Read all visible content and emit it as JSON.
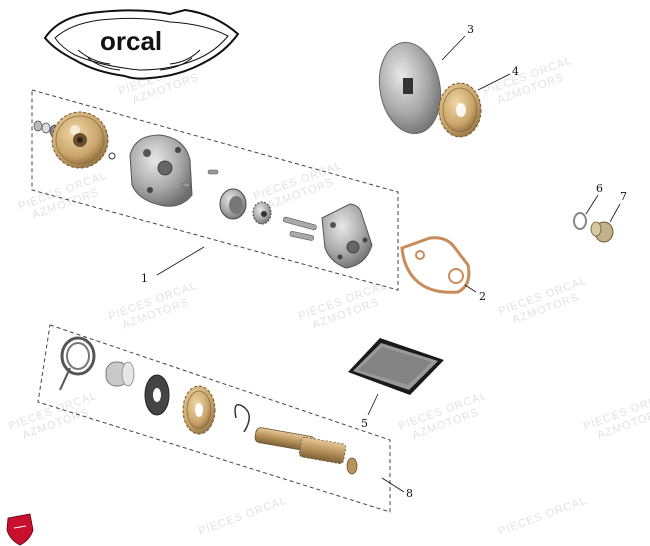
{
  "brand": {
    "logo_text": "orcal"
  },
  "watermark": {
    "line1": "PIECES ORCAL",
    "line2": "AZMOTORS"
  },
  "callouts": [
    "1",
    "2",
    "3",
    "4",
    "5",
    "6",
    "7",
    "8"
  ],
  "colors": {
    "gear_gold": "#c9a46a",
    "steel": "#9a9a9a",
    "gasket": "#c98b5a",
    "badge_red": "#c8102e"
  },
  "footer_badge": {
    "icon": "shield-badge-icon"
  }
}
